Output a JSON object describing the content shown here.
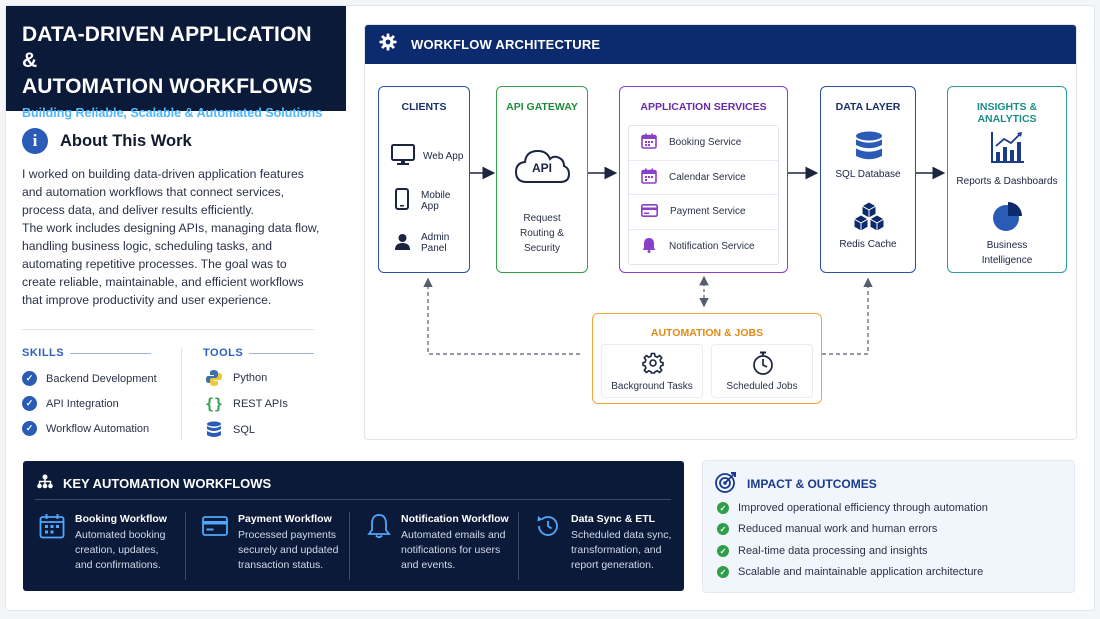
{
  "header": {
    "title_line1": "DATA-DRIVEN APPLICATION &",
    "title_line2": "AUTOMATION WORKFLOWS",
    "subtitle": "Building Reliable, Scalable & Automated Solutions"
  },
  "about": {
    "heading": "About This Work",
    "paragraph1": "I worked on building data-driven application features and automation workflows that connect services, process data, and deliver results efficiently.",
    "paragraph2": "The work includes designing APIs, managing data flow, handling business logic, scheduling tasks, and automating repetitive processes. The goal was to create reliable, maintainable, and efficient workflows that improve productivity and user experience."
  },
  "skills": {
    "heading": "SKILLS",
    "items": [
      "Backend Development",
      "API Integration",
      "Workflow Automation"
    ]
  },
  "tools": {
    "heading": "TOOLS",
    "items": [
      "Python",
      "REST APIs",
      "SQL"
    ]
  },
  "architecture": {
    "title": "WORKFLOW ARCHITECTURE",
    "clients": {
      "heading": "CLIENTS",
      "items": [
        "Web App",
        "Mobile App",
        "Admin Panel"
      ]
    },
    "gateway": {
      "heading": "API GATEWAY",
      "badge": "API",
      "desc1": "Request",
      "desc2": "Routing &",
      "desc3": "Security"
    },
    "app_services": {
      "heading": "APPLICATION SERVICES",
      "items": [
        "Booking Service",
        "Calendar Service",
        "Payment Service",
        "Notification Service"
      ]
    },
    "data_layer": {
      "heading": "DATA LAYER",
      "items": [
        "SQL Database",
        "Redis Cache"
      ]
    },
    "insights": {
      "heading": "INSIGHTS & ANALYTICS",
      "item1": "Reports & Dashboards",
      "item2_line1": "Business",
      "item2_line2": "Intelligence"
    },
    "automation": {
      "heading": "AUTOMATION & JOBS",
      "items": [
        "Background Tasks",
        "Scheduled Jobs"
      ]
    }
  },
  "key_workflows": {
    "heading": "KEY AUTOMATION WORKFLOWS",
    "items": [
      {
        "title": "Booking Workflow",
        "l1": "Automated booking",
        "l2": "creation, updates,",
        "l3": "and confirmations."
      },
      {
        "title": "Payment Workflow",
        "l1": "Processed payments",
        "l2": "securely and updated",
        "l3": "transaction status."
      },
      {
        "title": "Notification Workflow",
        "l1": "Automated emails and",
        "l2": "notifications for users",
        "l3": "and events."
      },
      {
        "title": "Data Sync & ETL",
        "l1": "Scheduled data sync,",
        "l2": "transformation, and",
        "l3": "report generation."
      }
    ]
  },
  "impact": {
    "heading": "IMPACT & OUTCOMES",
    "items": [
      "Improved operational efficiency through automation",
      "Reduced manual work and human errors",
      "Real-time data processing and insights",
      "Scalable and maintainable application architecture"
    ]
  },
  "colors": {
    "navy": "#0c1a3a",
    "arch_bar": "#0c2a6e",
    "accent_blue": "#2a5bb7",
    "gateway_green": "#33a04a",
    "services_purple": "#8a3fc7",
    "insights_teal": "#2a9f9a",
    "automation_orange": "#f2a438"
  },
  "icons": [
    "info-icon",
    "gear-icon",
    "monitor-icon",
    "phone-icon",
    "user-icon",
    "cloud-icon",
    "calendar-icon",
    "card-icon",
    "bell-icon",
    "database-icon",
    "cubes-icon",
    "bar-chart-icon",
    "pie-chart-icon",
    "clock-icon",
    "sitemap-icon",
    "sync-icon",
    "target-icon",
    "python-icon",
    "braces-icon"
  ]
}
